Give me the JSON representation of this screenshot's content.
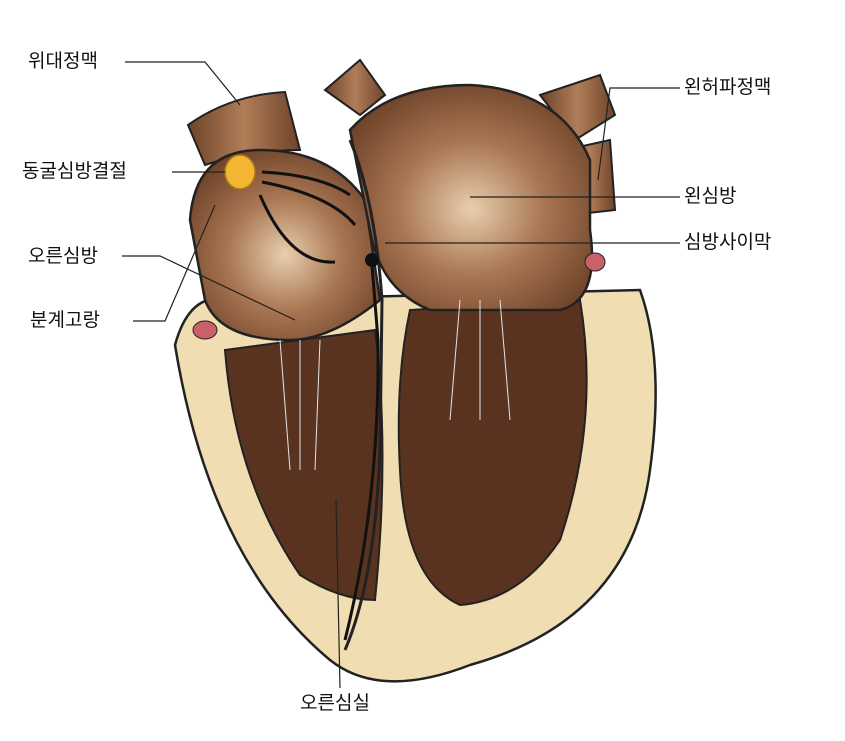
{
  "labels": {
    "superior_vena_cava": "위대정맥",
    "sinoatrial_node": "동굴심방결절",
    "right_atrium": "오른심방",
    "sulcus_terminalis": "분계고랑",
    "left_pulmonary_vein": "왼허파정맥",
    "left_atrium": "왼심방",
    "interatrial_septum": "심방사이막",
    "right_ventricle": "오른심실"
  },
  "colors": {
    "muscle": "#8a5a3c",
    "muscle_dark": "#4a2a1a",
    "muscle_light": "#c9a079",
    "myocardium": "#f1ddb2",
    "node": "#f2b634",
    "vessel": "#c9606a"
  }
}
